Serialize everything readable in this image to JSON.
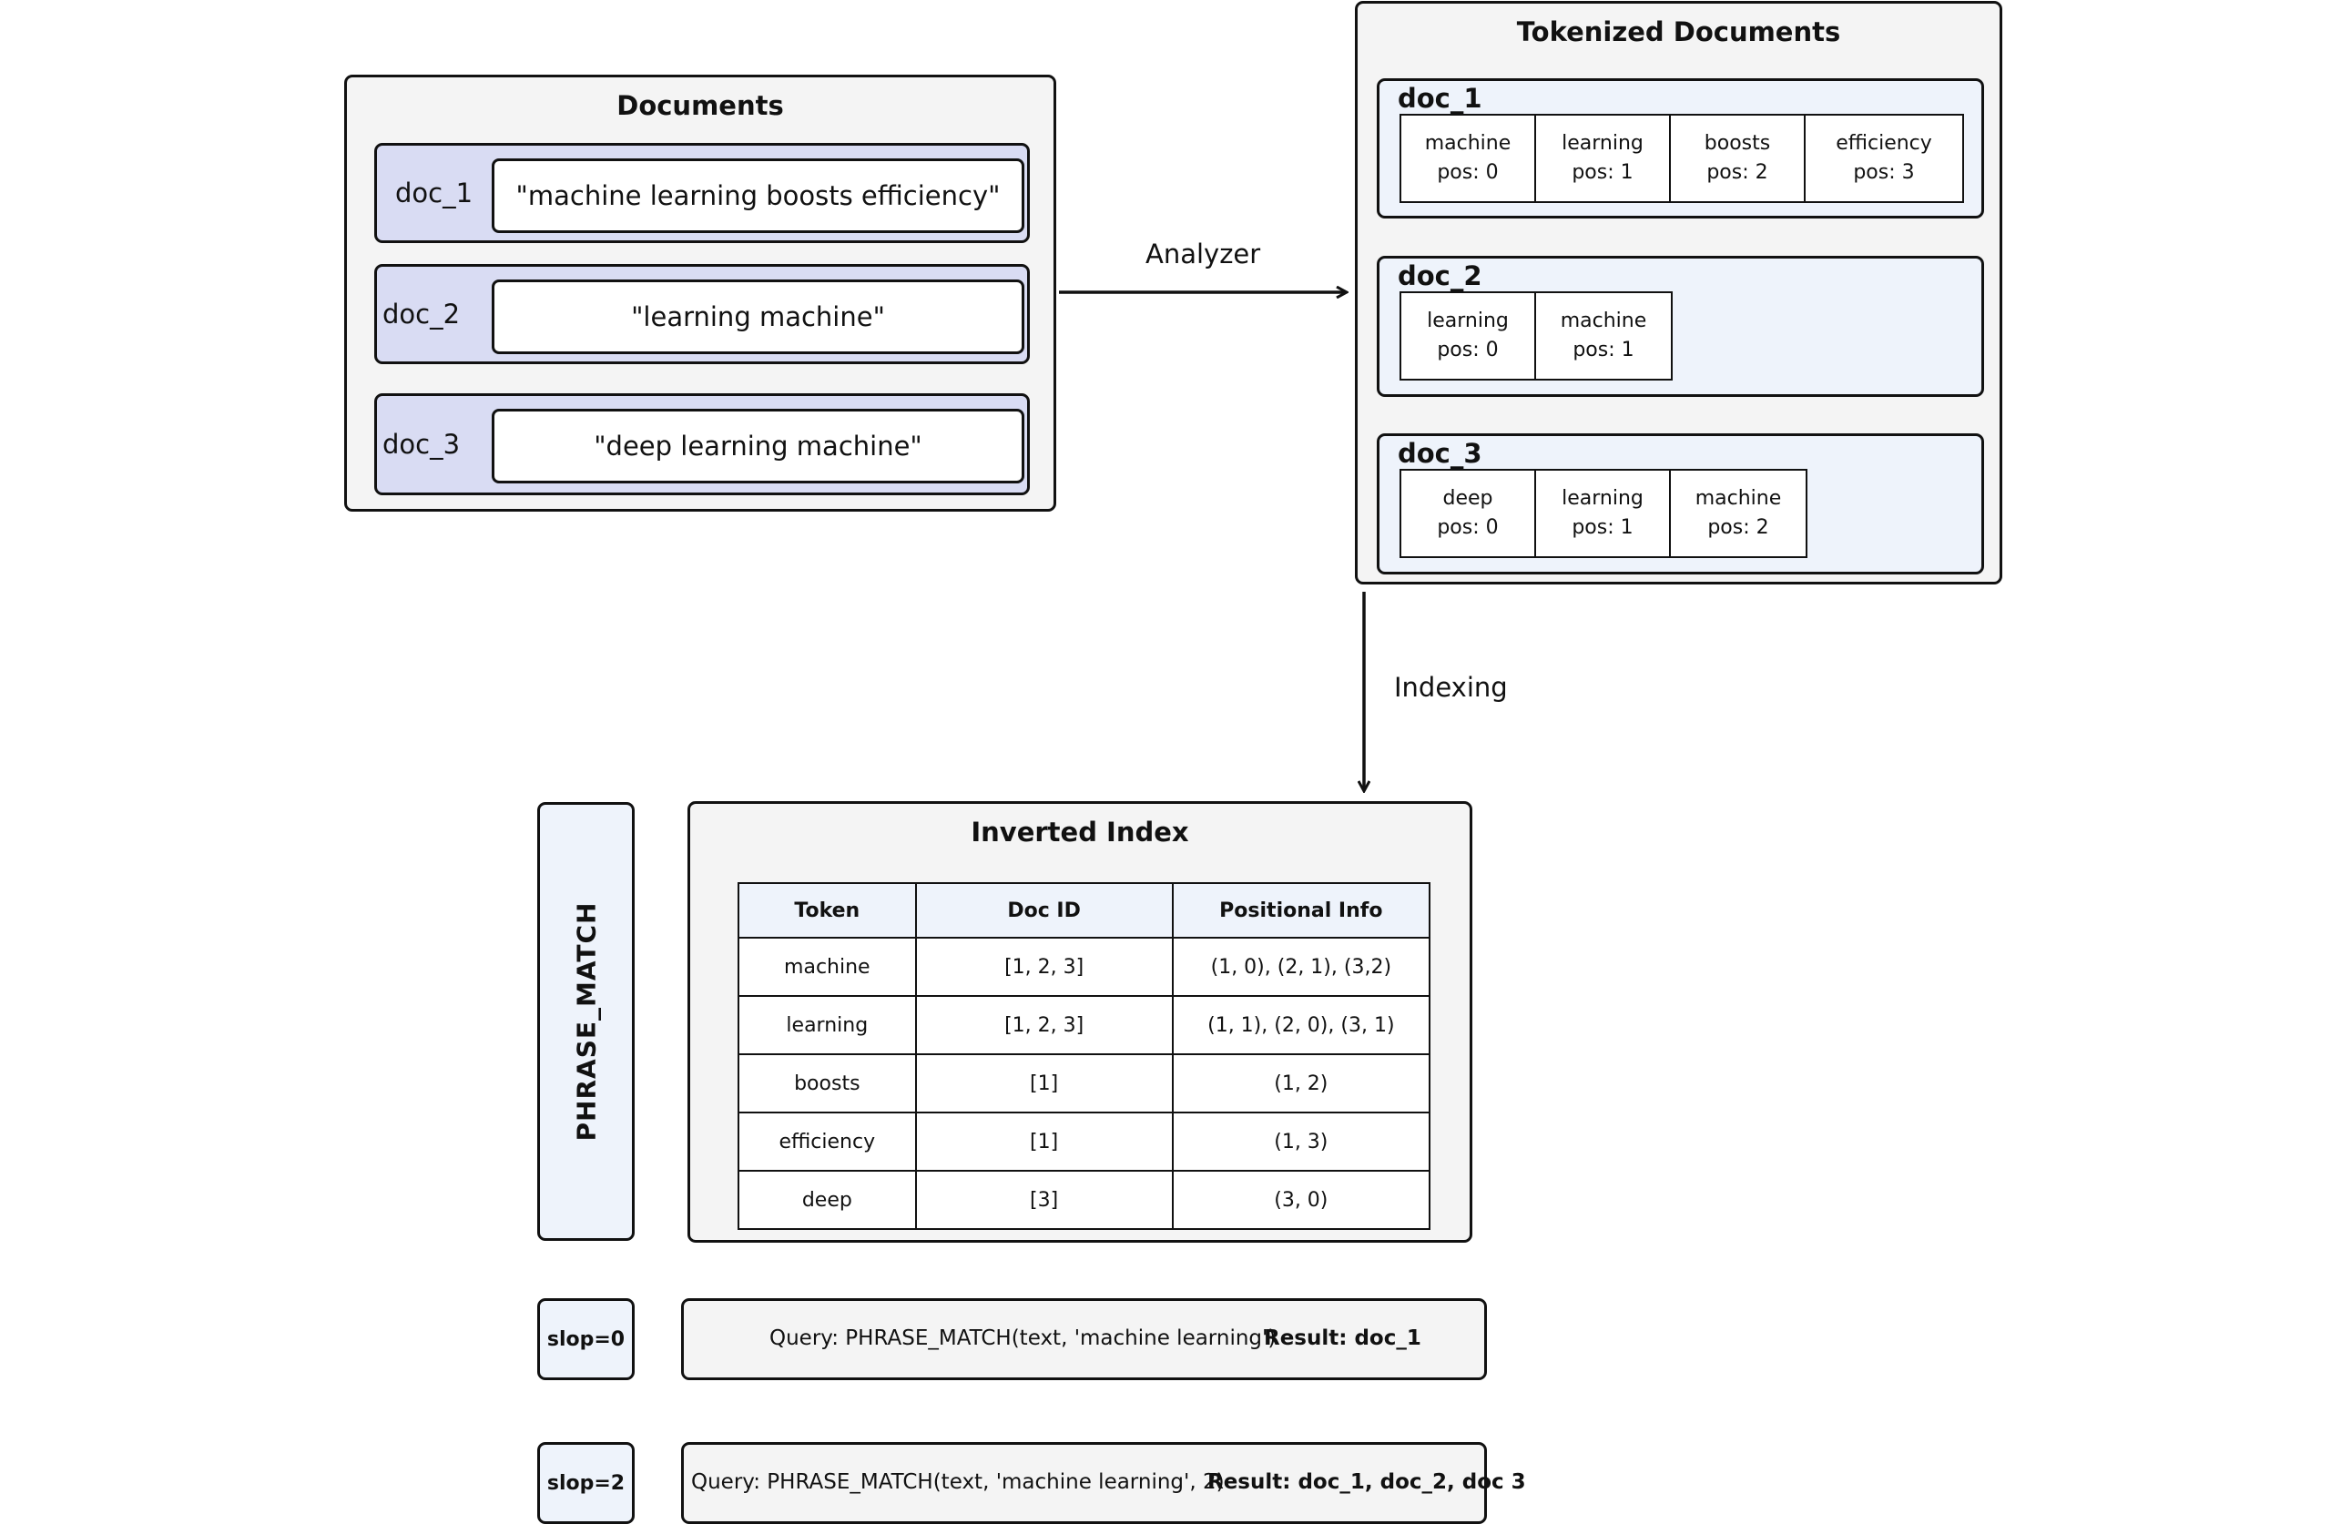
{
  "documents": {
    "title": "Documents",
    "items": [
      {
        "id": "doc_1",
        "text": "\"machine learning boosts efficiency\""
      },
      {
        "id": "doc_2",
        "text": "\"learning machine\""
      },
      {
        "id": "doc_3",
        "text": "\"deep learning machine\""
      }
    ]
  },
  "arrows": {
    "analyzer": "Analyzer",
    "indexing": "Indexing"
  },
  "tokenized": {
    "title": "Tokenized Documents",
    "docs": [
      {
        "id": "doc_1",
        "tokens": [
          {
            "token": "machine",
            "pos": "pos: 0"
          },
          {
            "token": "learning",
            "pos": "pos: 1"
          },
          {
            "token": "boosts",
            "pos": "pos: 2"
          },
          {
            "token": "efficiency",
            "pos": "pos: 3"
          }
        ]
      },
      {
        "id": "doc_2",
        "tokens": [
          {
            "token": "learning",
            "pos": "pos: 0"
          },
          {
            "token": "machine",
            "pos": "pos: 1"
          }
        ]
      },
      {
        "id": "doc_3",
        "tokens": [
          {
            "token": "deep",
            "pos": "pos: 0"
          },
          {
            "token": "learning",
            "pos": "pos: 1"
          },
          {
            "token": "machine",
            "pos": "pos: 2"
          }
        ]
      }
    ]
  },
  "side_label": "PHRASE_MATCH",
  "inverted_index": {
    "title": "Inverted Index",
    "headers": [
      "Token",
      "Doc ID",
      "Positional Info"
    ],
    "rows": [
      [
        "machine",
        "[1, 2, 3]",
        "(1, 0), (2, 1), (3,2)"
      ],
      [
        "learning",
        "[1, 2, 3]",
        "(1, 1), (2, 0), (3, 1)"
      ],
      [
        "boosts",
        "[1]",
        "(1, 2)"
      ],
      [
        "efficiency",
        "[1]",
        "(1, 3)"
      ],
      [
        "deep",
        "[3]",
        "(3, 0)"
      ]
    ]
  },
  "queries": [
    {
      "slop": "slop=0",
      "query": "Query: PHRASE_MATCH(text, 'machine learning')",
      "result": "Result: doc_1"
    },
    {
      "slop": "slop=2",
      "query": "Query: PHRASE_MATCH(text, 'machine learning', 2)",
      "result": "Result: doc_1, doc_2, doc 3"
    }
  ]
}
